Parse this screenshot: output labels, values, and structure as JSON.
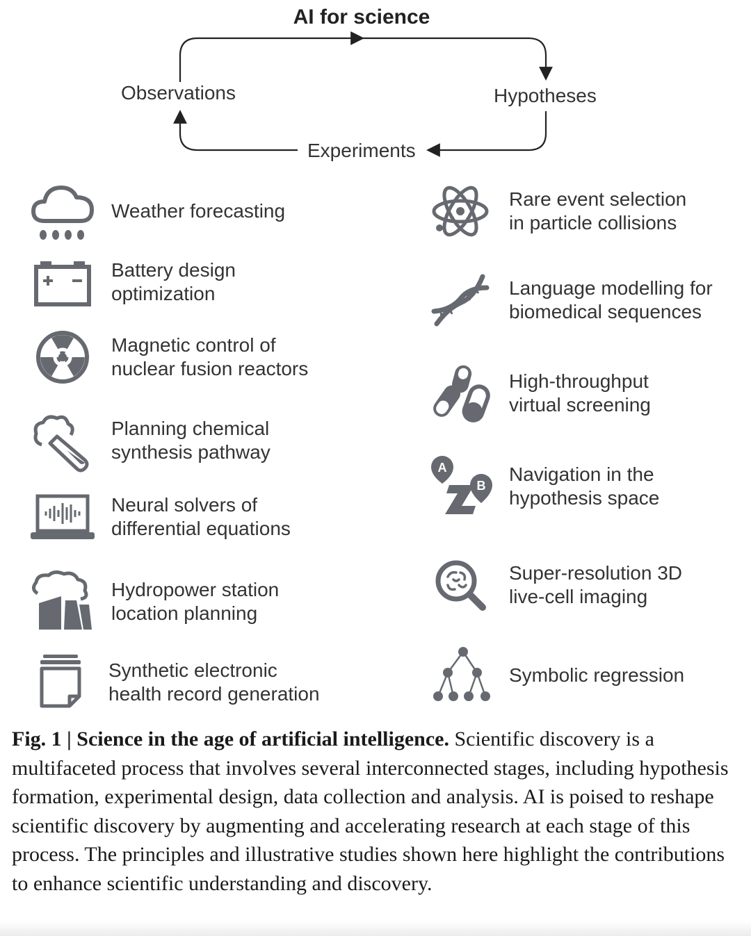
{
  "title": "AI for science",
  "cycle": {
    "observations": "Observations",
    "hypotheses": "Hypotheses",
    "experiments": "Experiments"
  },
  "left_items": [
    {
      "icon": "cloud-rain-icon",
      "lines": [
        "Weather forecasting"
      ]
    },
    {
      "icon": "battery-icon",
      "lines": [
        "Battery design",
        "optimization"
      ]
    },
    {
      "icon": "radiation-icon",
      "lines": [
        "Magnetic control of",
        "nuclear fusion reactors"
      ]
    },
    {
      "icon": "test-tube-icon",
      "lines": [
        "Planning chemical",
        "synthesis pathway"
      ]
    },
    {
      "icon": "laptop-waveform-icon",
      "lines": [
        "Neural solvers of",
        "differential equations"
      ]
    },
    {
      "icon": "factory-icon",
      "lines": [
        "Hydropower station",
        "location planning"
      ]
    },
    {
      "icon": "documents-icon",
      "lines": [
        "Synthetic electronic",
        "health record generation"
      ]
    }
  ],
  "right_items": [
    {
      "icon": "atom-icon",
      "lines": [
        "Rare event selection",
        "in particle collisions"
      ]
    },
    {
      "icon": "dna-icon",
      "lines": [
        "Language modelling for",
        "biomedical sequences"
      ]
    },
    {
      "icon": "pills-icon",
      "lines": [
        "High-throughput",
        "virtual screening"
      ]
    },
    {
      "icon": "navigation-az-icon",
      "lines": [
        "Navigation in the",
        "hypothesis space"
      ]
    },
    {
      "icon": "magnifier-cell-icon",
      "lines": [
        "Super-resolution 3D",
        "live-cell imaging"
      ]
    },
    {
      "icon": "tree-graph-icon",
      "lines": [
        "Symbolic regression"
      ]
    }
  ],
  "caption": {
    "bold": "Fig. 1 | Science in the age of artificial intelligence.",
    "text": " Scientific discovery is a multifaceted process that involves several interconnected stages, including hypothesis formation, experimental design, data collection and analysis. AI is poised to reshape scientific discovery by augmenting and accelerating research at each stage of this process. The principles and illustrative studies shown here highlight the contributions to enhance scientific understanding and discovery."
  },
  "colors": {
    "icon": "#666a70",
    "icon_dark": "#55595e",
    "text": "#333333",
    "arrow": "#222222"
  }
}
